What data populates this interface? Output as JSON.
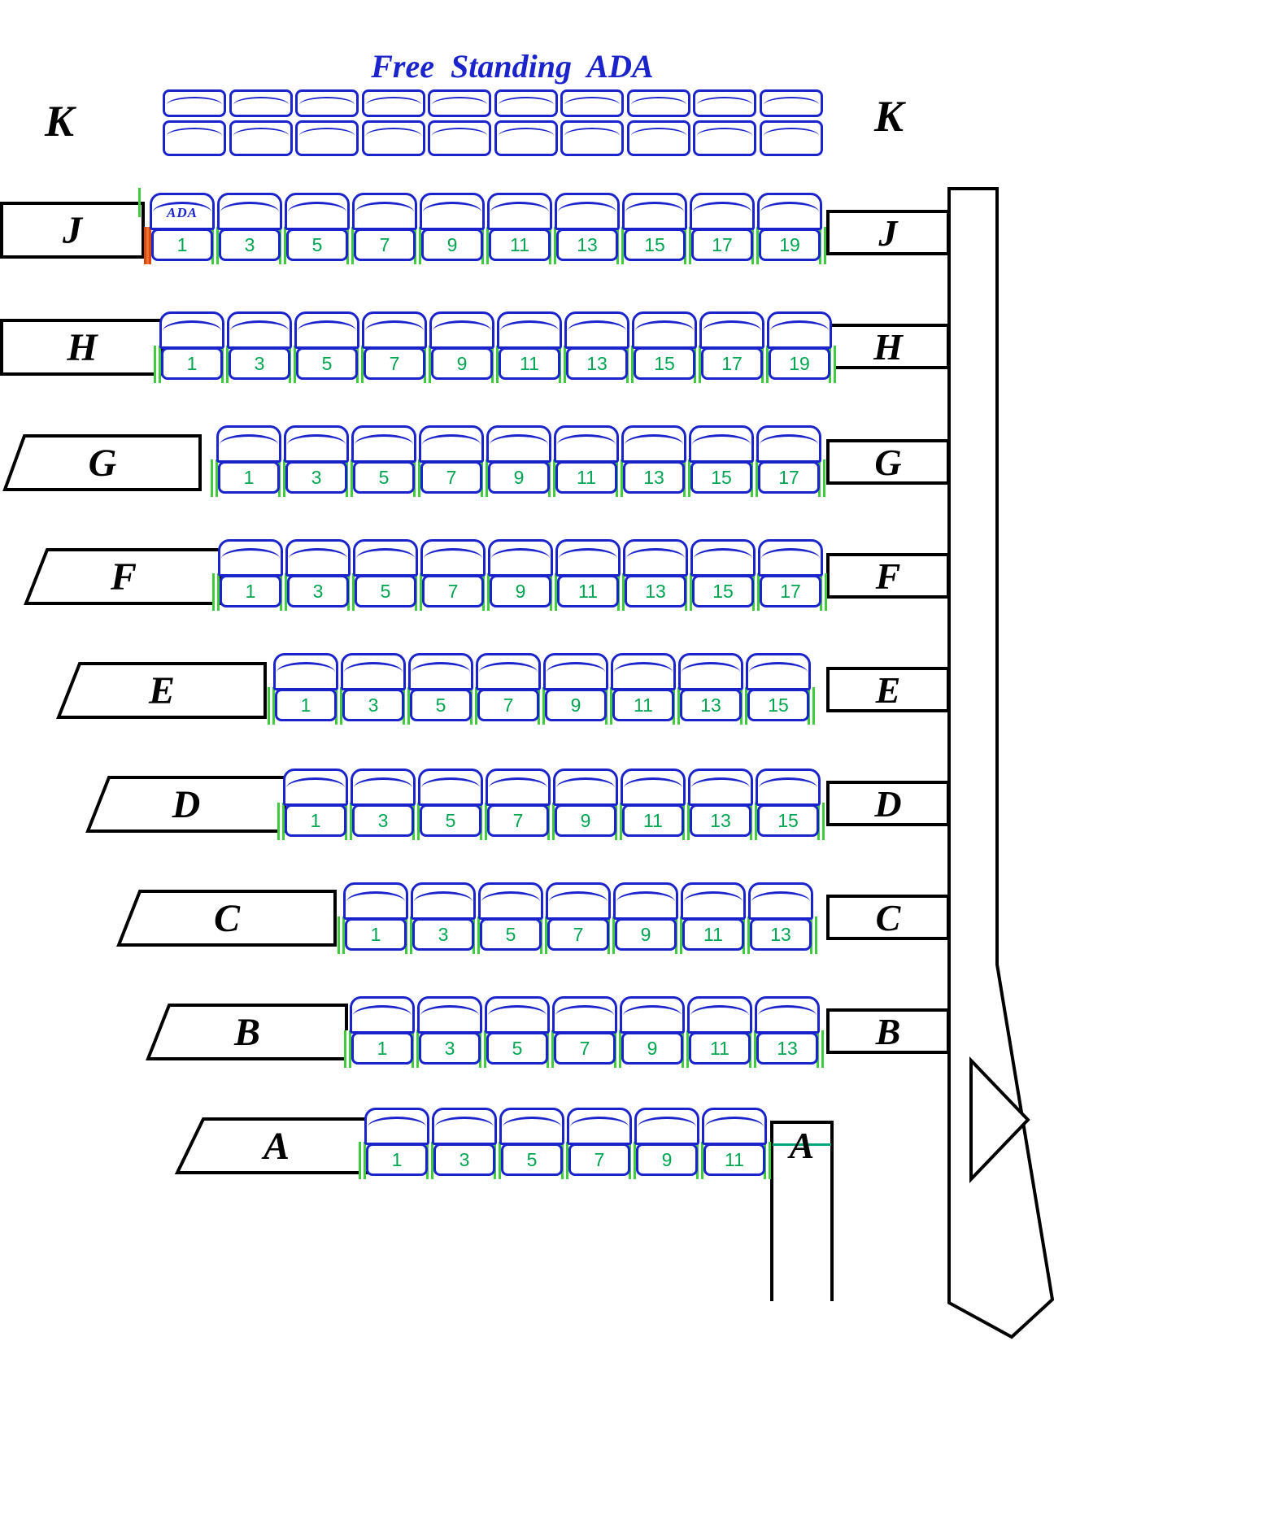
{
  "title": "Free Standing ADA",
  "ada_seat_label": "ADA",
  "rows": [
    {
      "id": "K",
      "label": "K",
      "type": "free_standing_chairs",
      "chair_count": 10,
      "seats": []
    },
    {
      "id": "J",
      "label": "J",
      "type": "fixed",
      "first_seat_ada": true,
      "seats": [
        "1",
        "3",
        "5",
        "7",
        "9",
        "11",
        "13",
        "15",
        "17",
        "19"
      ]
    },
    {
      "id": "H",
      "label": "H",
      "type": "fixed",
      "seats": [
        "1",
        "3",
        "5",
        "7",
        "9",
        "11",
        "13",
        "15",
        "17",
        "19"
      ]
    },
    {
      "id": "G",
      "label": "G",
      "type": "fixed",
      "seats": [
        "1",
        "3",
        "5",
        "7",
        "9",
        "11",
        "13",
        "15",
        "17"
      ]
    },
    {
      "id": "F",
      "label": "F",
      "type": "fixed",
      "seats": [
        "1",
        "3",
        "5",
        "7",
        "9",
        "11",
        "13",
        "15",
        "17"
      ]
    },
    {
      "id": "E",
      "label": "E",
      "type": "fixed",
      "seats": [
        "1",
        "3",
        "5",
        "7",
        "9",
        "11",
        "13",
        "15"
      ]
    },
    {
      "id": "D",
      "label": "D",
      "type": "fixed",
      "seats": [
        "1",
        "3",
        "5",
        "7",
        "9",
        "11",
        "13",
        "15"
      ]
    },
    {
      "id": "C",
      "label": "C",
      "type": "fixed",
      "seats": [
        "1",
        "3",
        "5",
        "7",
        "9",
        "11",
        "13"
      ]
    },
    {
      "id": "B",
      "label": "B",
      "type": "fixed",
      "seats": [
        "1",
        "3",
        "5",
        "7",
        "9",
        "11",
        "13"
      ]
    },
    {
      "id": "A",
      "label": "A",
      "type": "fixed",
      "seats": [
        "1",
        "3",
        "5",
        "7",
        "9",
        "11"
      ]
    }
  ],
  "colors": {
    "seat_outline": "#1b23cc",
    "seat_number": "#00a550",
    "aisle_divider": "#3ecb3e",
    "ada_entry_marker": "#d84a10",
    "structure": "#000000",
    "title": "#1b23cc"
  }
}
